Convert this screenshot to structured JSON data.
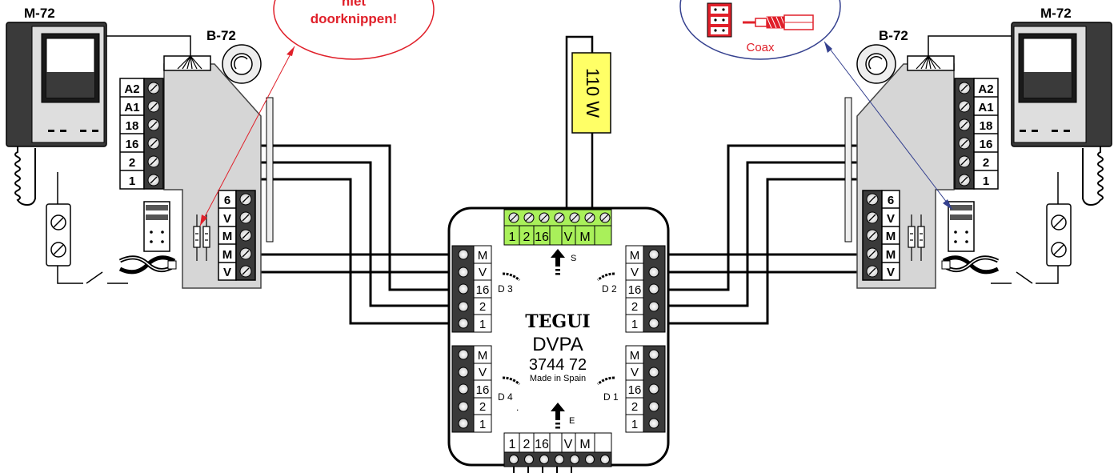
{
  "left": {
    "monitor_label": "M-72",
    "board_label": "B-72",
    "callout_line1": "niet",
    "callout_line2": "doorknippen!",
    "main_terminals": [
      "A2",
      "A1",
      "18",
      "16",
      "2",
      "1"
    ],
    "video_terminals": [
      "6",
      "V",
      "M",
      "M",
      "V"
    ]
  },
  "right": {
    "monitor_label": "M-72",
    "board_label": "B-72",
    "callout_text": "Coax",
    "main_terminals": [
      "A2",
      "A1",
      "18",
      "16",
      "2",
      "1"
    ],
    "video_terminals": [
      "6",
      "V",
      "M",
      "M",
      "V"
    ]
  },
  "power": {
    "label": "110 W"
  },
  "dvpa": {
    "brand": "TEGUI",
    "model": "DVPA",
    "code": "3744 72",
    "origin": "Made in Spain",
    "top_terminals": [
      "1",
      "2",
      "16",
      "V",
      "M"
    ],
    "bottom_terminals": [
      "1",
      "2",
      "16",
      "V",
      "M"
    ],
    "side_terminals": [
      "M",
      "V",
      "16",
      "2",
      "1"
    ],
    "s_label": "S",
    "e_label": "E",
    "d1": "D 1",
    "d2": "D 2",
    "d3": "D 3",
    "d4": "D 4",
    "dot": "."
  },
  "colors": {
    "callout_red": "#e0202a",
    "callout_blue": "#35418f",
    "power_yellow": "#ffff66",
    "terminal_green": "#a9f05a"
  }
}
